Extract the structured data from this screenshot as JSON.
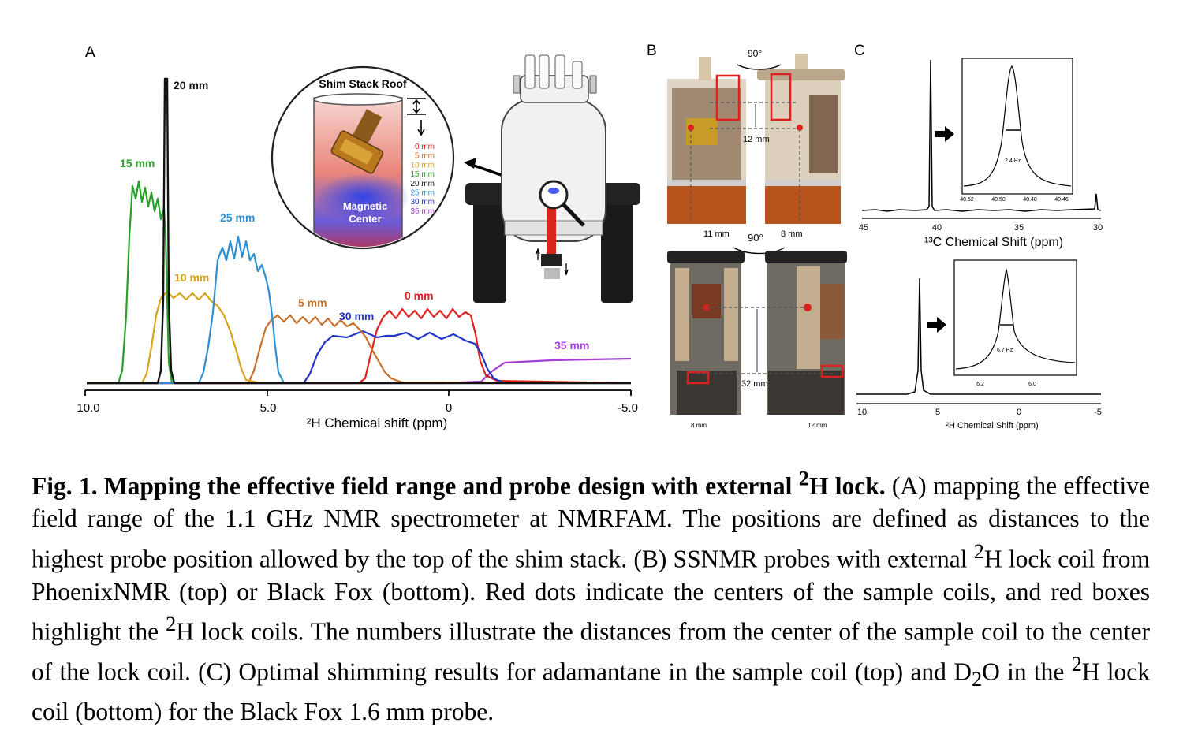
{
  "panels": {
    "a": {
      "letter": "A",
      "x_tick_labels": [
        "10.0",
        "5.0",
        "0",
        "-5.0"
      ],
      "x_axis_label": "²H Chemical shift (ppm)",
      "trace_labels": [
        "20 mm",
        "15 mm",
        "25 mm",
        "10 mm",
        "5 mm",
        "30 mm",
        "0 mm",
        "35 mm"
      ],
      "inset": {
        "title": "Shim Stack Roof",
        "center_label_line1": "Magnetic",
        "center_label_line2": "Center",
        "positions": [
          {
            "label": "0 mm",
            "color": "#e0201c"
          },
          {
            "label": "5 mm",
            "color": "#c8702a"
          },
          {
            "label": "10 mm",
            "color": "#d9a21c"
          },
          {
            "label": "15 mm",
            "color": "#2aa02a"
          },
          {
            "label": "20 mm",
            "color": "#111111"
          },
          {
            "label": "25 mm",
            "color": "#2f8fd0"
          },
          {
            "label": "30 mm",
            "color": "#2335c6"
          },
          {
            "label": "35 mm",
            "color": "#a43fd9"
          }
        ]
      },
      "colors": {
        "20mm": "#111111",
        "15mm": "#2aa02a",
        "25mm": "#2f8fd0",
        "10mm": "#d9a21c",
        "5mm": "#c8702a",
        "30mm": "#2335c6",
        "0mm": "#e0201c",
        "35mm": "#a43fd9"
      }
    },
    "b": {
      "letter": "B",
      "top_rotation": "90°",
      "top_distance": "12 mm",
      "top_left_width": "11 mm",
      "top_right_width": "8 mm",
      "bottom_rotation": "90°",
      "bottom_distance": "32 mm",
      "bottom_left_width": "8 mm",
      "bottom_right_width": "12 mm"
    },
    "c": {
      "letter": "C",
      "top": {
        "x_ticks": [
          "45",
          "40",
          "35",
          "30"
        ],
        "x_axis_label": "¹³C Chemical Shift (ppm)",
        "inset_ticks": [
          "40.52",
          "40.50",
          "40.48",
          "40.46"
        ],
        "linewidth": "2.4 Hz"
      },
      "bottom": {
        "x_ticks": [
          "10",
          "5",
          "0",
          "-5"
        ],
        "x_axis_label": "²H Chemical Shift (ppm)",
        "inset_ticks": [
          "6.2",
          "6.0"
        ],
        "linewidth": "6.7 Hz"
      }
    }
  },
  "caption": {
    "title_before_sup": "Fig. 1. Mapping the effective field range and probe design with external ",
    "sup": "2",
    "title_after_sup": "H lock.",
    "body_1": " (A) mapping the effective field range of the 1.1 GHz NMR spectrometer at NMRFAM. The positions are defined as distances to the highest probe position allowed by the top of the shim stack. (B) SSNMR probes with external ",
    "sup_2": "2",
    "body_2": "H lock coil from PhoenixNMR (top) or Black Fox (bottom). Red dots indicate the centers of the sample coils, and red boxes highlight the ",
    "sup_3": "2",
    "body_3": "H lock coils. The numbers illustrate the distances from the center of the sample coil to the center of the lock coil. (C) Optimal shimming results for adamantane in the sample coil (top) and D",
    "sub": "2",
    "body_4": "O in the ",
    "sup_4": "2",
    "body_5": "H lock coil (bottom) for the Black Fox 1.6 mm probe."
  }
}
